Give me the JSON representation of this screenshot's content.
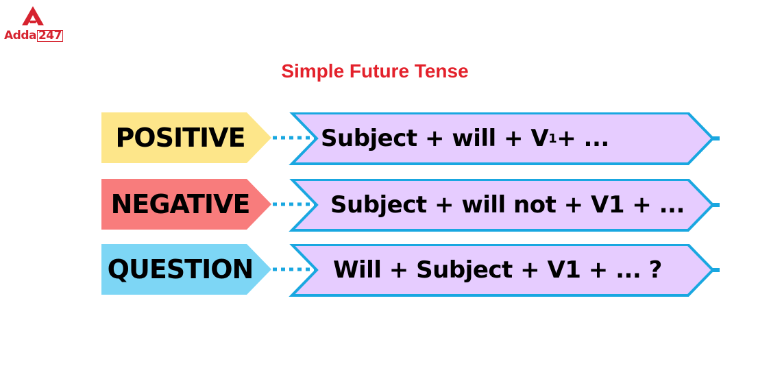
{
  "logo": {
    "brand": "Adda",
    "number": "247",
    "color": "#d6232f"
  },
  "title": "Simple Future Tense",
  "rows": [
    {
      "label": "POSITIVE",
      "formula_pre": "Subject + will + V",
      "formula_sub": "1",
      "formula_post": " + ...",
      "label_color": "#fde68a"
    },
    {
      "label": "NEGATIVE",
      "formula_pre": "Subject + will not + V1 + ...",
      "formula_sub": "",
      "formula_post": "",
      "label_color": "#f87c7c"
    },
    {
      "label": "QUESTION",
      "formula_pre": "Will + Subject + V1 + ... ?",
      "formula_sub": "",
      "formula_post": "",
      "label_color": "#7dd6f5"
    }
  ],
  "colors": {
    "arrow_fill": "#e6ccff",
    "arrow_stroke": "#19a7e0",
    "connector": "#19a7e0",
    "title": "#e3212b"
  }
}
